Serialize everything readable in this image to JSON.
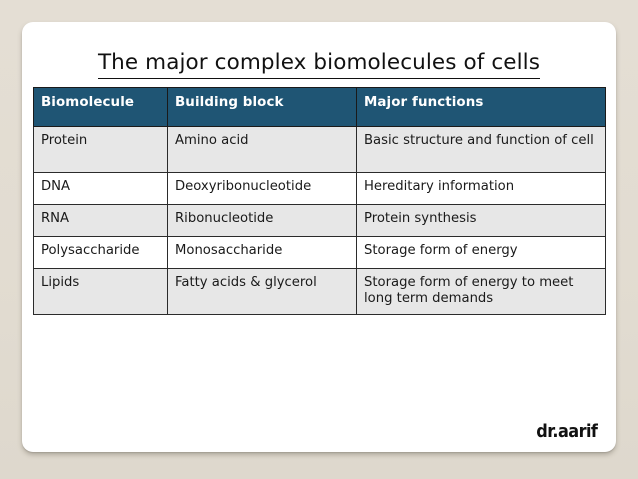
{
  "slide": {
    "title": "The major complex biomolecules of cells",
    "watermark": "dr.aarif",
    "background_color": "#e3ddd2",
    "card_color": "#ffffff",
    "header_color": "#1f5574",
    "stripe_color": "#e7e7e7"
  },
  "table": {
    "columns": [
      {
        "label": "Biomolecule"
      },
      {
        "label": "Building block"
      },
      {
        "label": "Major functions"
      }
    ],
    "rows": [
      {
        "biomolecule": "Protein",
        "building_block": "Amino acid",
        "major_functions": "Basic structure and function of cell"
      },
      {
        "biomolecule": "DNA",
        "building_block": "Deoxyribonucleotide",
        "major_functions": "Hereditary information"
      },
      {
        "biomolecule": "RNA",
        "building_block": "Ribonucleotide",
        "major_functions": "Protein synthesis"
      },
      {
        "biomolecule": "Polysaccharide",
        "building_block": "Monosaccharide",
        "major_functions": "Storage form of energy"
      },
      {
        "biomolecule": "Lipids",
        "building_block": "Fatty acids & glycerol",
        "major_functions": "Storage form of energy to meet long term demands"
      }
    ]
  }
}
